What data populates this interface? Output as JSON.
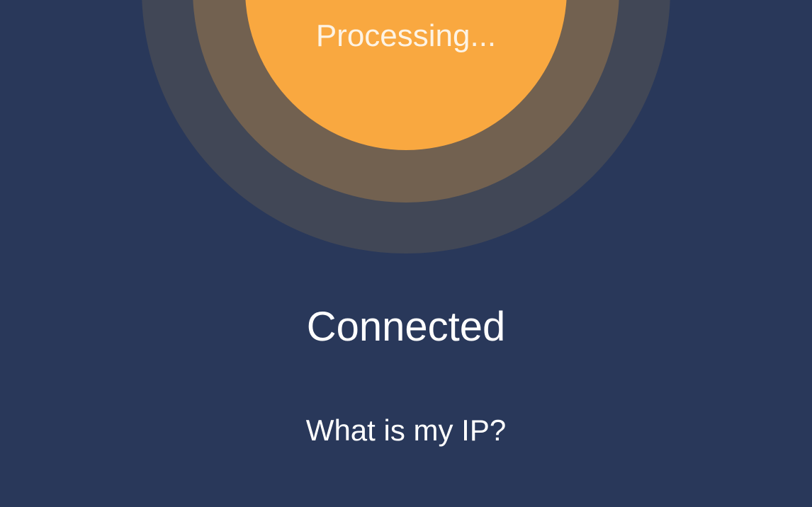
{
  "connect_button": {
    "label": "Processing..."
  },
  "status": {
    "text": "Connected"
  },
  "links": {
    "what_is_my_ip": "What is my IP?"
  },
  "colors": {
    "background": "#29385a",
    "accent": "#f9a840",
    "ring_middle": "#726150",
    "ring_outer": "#414756"
  }
}
